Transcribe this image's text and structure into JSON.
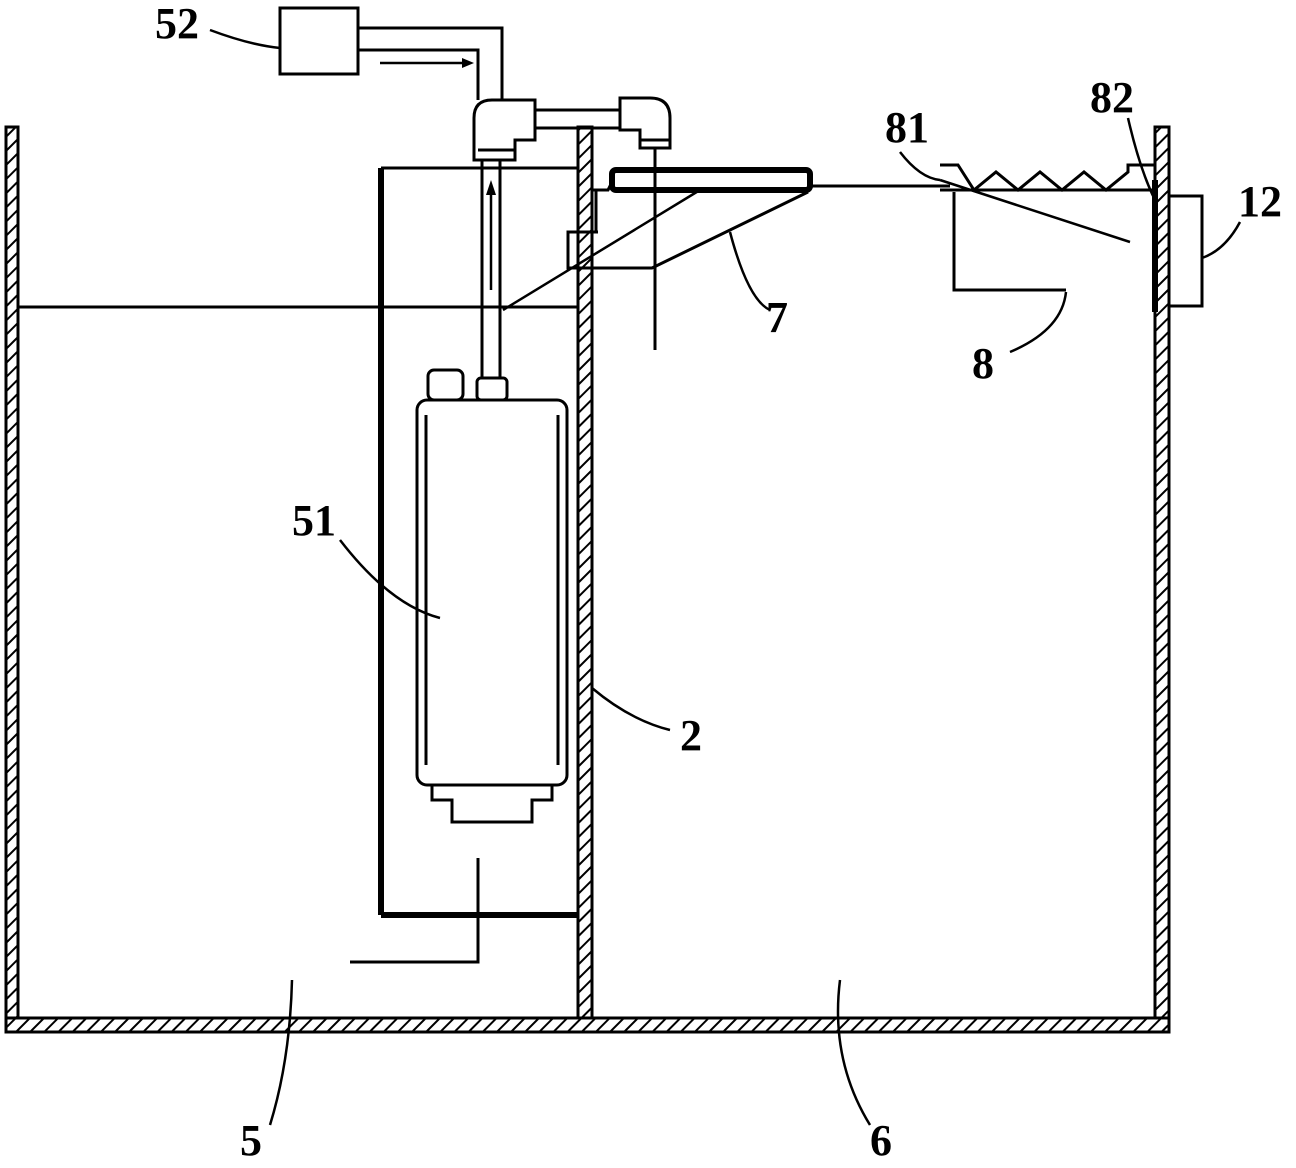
{
  "labels": {
    "l52": "52",
    "l81": "81",
    "l82": "82",
    "l12": "12",
    "l7": "7",
    "l8": "8",
    "l51": "51",
    "l2": "2",
    "l5": "5",
    "l6": "6"
  }
}
